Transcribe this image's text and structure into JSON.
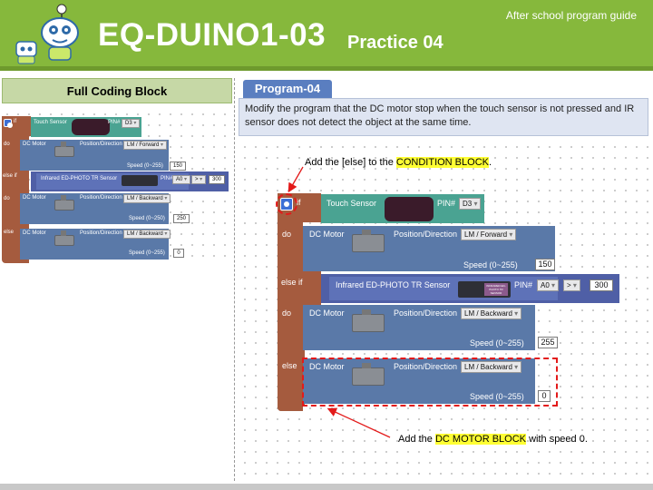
{
  "header": {
    "guide_label": "After school program guide",
    "title": "EQ-DUINO1-03",
    "subtitle": "Practice 04"
  },
  "left_panel": {
    "title": "Full Coding Block",
    "blocks": {
      "if_label": "if",
      "do_label": "do",
      "else_if_label": "else if",
      "else_label": "else",
      "touch_sensor": "Touch Sensor",
      "pin_label": "PIN#",
      "pin_d3": "D3",
      "dc_motor": "DC Motor",
      "position_direction": "Position/Direction",
      "lm_forward": "LM / Forward",
      "lm_backward": "LM / Backward",
      "speed_label": "Speed (0~255)",
      "speed_label_alt": "Speed (0~250)",
      "speed_150": "150",
      "speed_250": "250",
      "speed_0": "0",
      "ir_sensor": "Infrared ED-PHOTO TR Sensor",
      "pin_a0": "A0",
      "op_gt": ">",
      "threshold": "300"
    }
  },
  "right_panel": {
    "program_tab": "Program-04",
    "description": "Modify the program that the DC motor stop when the touch sensor is not pressed and IR sensor does not detect the object at the same time.",
    "callout_top_prefix": "Add the [else] to the ",
    "callout_top_highlight": "CONDITION BLOCK",
    "callout_top_suffix": ".",
    "callout_bottom_prefix": "Add the ",
    "callout_bottom_highlight": "DC MOTOR BLOCK",
    "callout_bottom_suffix": " with speed 0.",
    "blocks": {
      "if_label": "if",
      "do_label": "do",
      "else_if_label": "else if",
      "else_label": "else",
      "touch_sensor": "Touch Sensor",
      "pin_label": "PIN#",
      "pin_d3": "D3",
      "dc_motor": "DC Motor",
      "position_direction": "Position/Direction",
      "lm_forward": "LM / Forward",
      "lm_backward": "LM / Backward",
      "speed_label": "Speed (0~255)",
      "speed_150": "150",
      "speed_255": "255",
      "speed_0": "0",
      "ir_sensor": "Infrared ED-PHOTO TR Sensor",
      "ir_chip_text": "INFRARED ED-PHOTO TR SENSOR",
      "pin_a0": "A0",
      "op_gt": ">",
      "threshold": "300"
    }
  },
  "colors": {
    "header_green": "#86b83c",
    "frame_brown": "#a55b3e",
    "sensor_teal": "#4aa392",
    "motor_blue": "#5a79a8",
    "ir_blue": "#4f5fa6",
    "highlight_yellow": "#ffff33",
    "callout_red": "#e31a1a",
    "program_tab_blue": "#5a7ec0"
  }
}
